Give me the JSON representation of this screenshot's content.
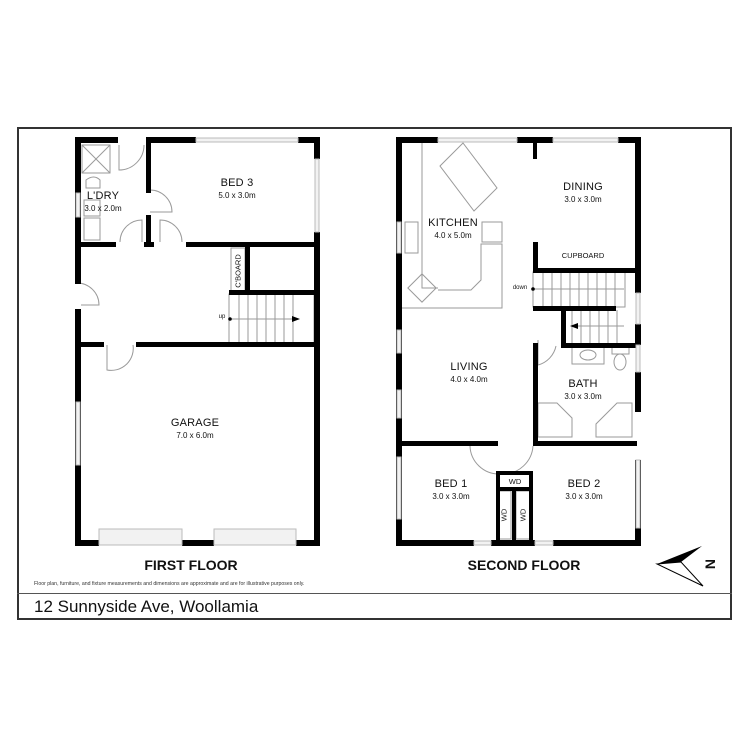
{
  "plans": {
    "first_floor": {
      "title": "FIRST FLOOR",
      "rooms": [
        {
          "name": "L'DRY",
          "dims": "3.0 x 2.0m"
        },
        {
          "name": "BED 3",
          "dims": "5.0 x 3.0m"
        },
        {
          "name": "GARAGE",
          "dims": "7.0 x 6.0m"
        }
      ],
      "labels": {
        "cupboard": "C'BOARD",
        "stairs": "up"
      }
    },
    "second_floor": {
      "title": "SECOND FLOOR",
      "rooms": [
        {
          "name": "KITCHEN",
          "dims": "4.0 x 5.0m"
        },
        {
          "name": "DINING",
          "dims": "3.0 x 3.0m"
        },
        {
          "name": "LIVING",
          "dims": "4.0 x 4.0m"
        },
        {
          "name": "BATH",
          "dims": "3.0 x 3.0m"
        },
        {
          "name": "BED 1",
          "dims": "3.0 x 3.0m"
        },
        {
          "name": "BED 2",
          "dims": "3.0 x 3.0m"
        }
      ],
      "labels": {
        "cupboard": "CUPBOARD",
        "stairs": "down",
        "wardrobe_top": "WD",
        "wardrobe_left": "WD",
        "wardrobe_right": "WD"
      }
    }
  },
  "compass": {
    "label": "N"
  },
  "disclaimer": "Floor plan, furniture, and fixture measurements and dimensions are approximate and are for illustrative purposes only.",
  "address": "12 Sunnyside Ave, Woollamia",
  "colors": {
    "wall": "#000000",
    "window": "#e6e6e6",
    "fixture": "#9a9a9a",
    "frame": "#333333"
  }
}
